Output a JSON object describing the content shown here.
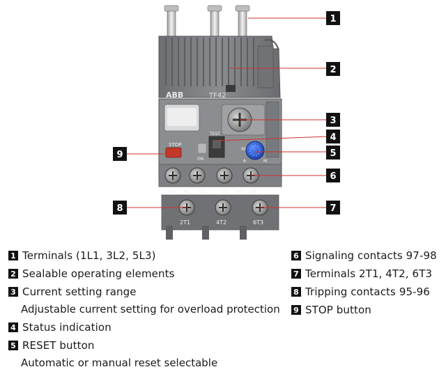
{
  "device": {
    "brand": "ABB",
    "model": "TF42",
    "labels": {
      "stop": "STOP",
      "test": "TEST",
      "on": "ON",
      "reset": "RESET",
      "a": "A",
      "m": "M"
    },
    "contact_labels": [
      "95",
      "NC",
      "96",
      "97",
      "NO",
      "98"
    ],
    "terminal_labels": [
      "2T1",
      "4T2",
      "6T3"
    ]
  },
  "callouts": [
    "1",
    "2",
    "3",
    "4",
    "5",
    "6",
    "7",
    "8",
    "9"
  ],
  "legend": {
    "left": [
      {
        "num": "1",
        "text": "Terminals (1L1, 3L2, 5L3)"
      },
      {
        "num": "2",
        "text": "Sealable operating elements"
      },
      {
        "num": "3",
        "text": "Current setting range"
      },
      {
        "num": "4",
        "text": "Status indication"
      },
      {
        "num": "5",
        "text": "RESET button"
      }
    ],
    "left_notes": {
      "current": "Adjustable current setting for overload protection",
      "reset": "Automatic or manual reset selectable"
    },
    "right": [
      {
        "num": "6",
        "text": "Signaling contacts 97-98"
      },
      {
        "num": "7",
        "text": "Terminals 2T1, 4T2, 6T3"
      },
      {
        "num": "8",
        "text": "Tripping contacts 95-96"
      },
      {
        "num": "9",
        "text": "STOP button"
      }
    ]
  }
}
